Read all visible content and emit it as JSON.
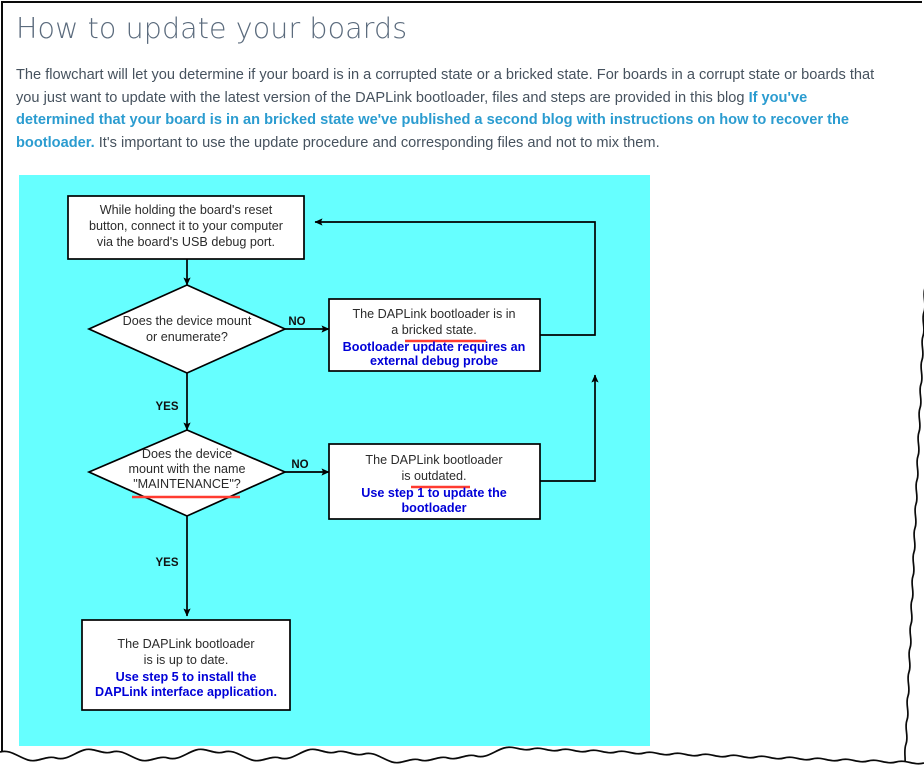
{
  "page": {
    "title": "How to update your boards",
    "title_color": "#5b6b7d",
    "body_color": "#46525e",
    "link_color": "#2b9cd0",
    "background": "#ffffff"
  },
  "intro": {
    "part1": "The flowchart will let you determine if your board is in a corrupted state or a bricked state. For boards in a corrupt state or boards that you just want to update with the latest version of the DAPLink bootloader, files and steps are provided in this blog ",
    "link_text": "If you've determined that your board is in an bricked state we've published a second blog with instructions on how to recover the bootloader.",
    "part2": " It's important to use the update procedure and corresponding files and not to mix them."
  },
  "flowchart": {
    "canvas_color": "#66ffff",
    "node_fill": "#ffffff",
    "node_stroke": "#000000",
    "black_text_color": "#2b2b2b",
    "blue_text_color": "#0000d8",
    "spellcheck_underline_color": "#ff3b30",
    "nodes": {
      "start": {
        "shape": "process",
        "lines": [
          "While holding the board's reset",
          "button, connect it to your computer",
          "via the board's USB debug port."
        ]
      },
      "decision1": {
        "shape": "decision",
        "lines": [
          "Does the device mount",
          "or enumerate?"
        ]
      },
      "decision2": {
        "shape": "decision",
        "lines": [
          "Does the device",
          "mount with the name",
          "\"MAINTENANCE\"?"
        ]
      },
      "bricked": {
        "shape": "process",
        "black_lines": [
          "The DAPLink bootloader is in",
          "a bricked state."
        ],
        "blue_lines": [
          "Bootloader update requires an",
          "external debug probe"
        ]
      },
      "outdated": {
        "shape": "process",
        "black_lines": [
          "The DAPLink bootloader",
          "is outdated."
        ],
        "blue_lines": [
          "Use step 1 to update the",
          "bootloader"
        ]
      },
      "uptodate": {
        "shape": "process",
        "black_lines": [
          "The DAPLink bootloader",
          "is is up to date."
        ],
        "blue_lines": [
          "Use step 5 to install the",
          "DAPLink interface application."
        ]
      }
    },
    "edge_labels": {
      "d1_no": "NO",
      "d1_yes": "YES",
      "d2_no": "NO",
      "d2_yes": "YES"
    }
  }
}
